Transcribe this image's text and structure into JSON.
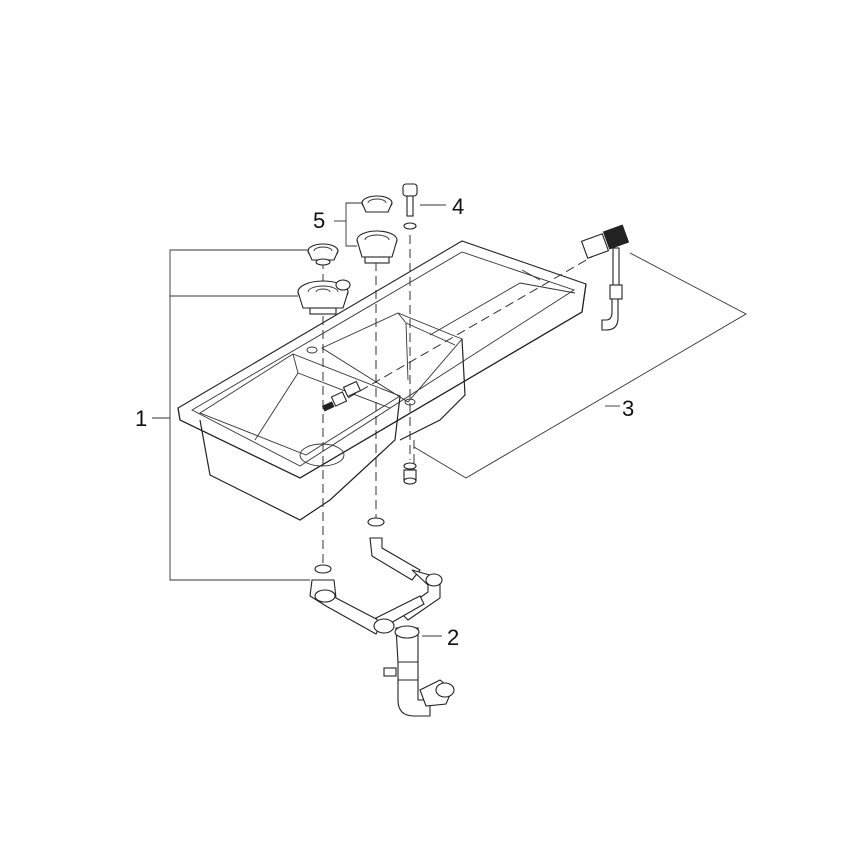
{
  "diagram": {
    "callouts": [
      {
        "id": "1",
        "label": "1"
      },
      {
        "id": "2",
        "label": "2"
      },
      {
        "id": "3",
        "label": "3"
      },
      {
        "id": "4",
        "label": "4"
      },
      {
        "id": "5",
        "label": "5"
      }
    ],
    "parts": [
      {
        "id": "sink",
        "icon": "sink-icon"
      },
      {
        "id": "waste-trap",
        "icon": "pipe-icon"
      },
      {
        "id": "overflow",
        "icon": "overflow-icon"
      },
      {
        "id": "soap-dispenser",
        "icon": "dispenser-icon"
      },
      {
        "id": "strainer-baskets",
        "icon": "strainer-icon"
      }
    ]
  }
}
